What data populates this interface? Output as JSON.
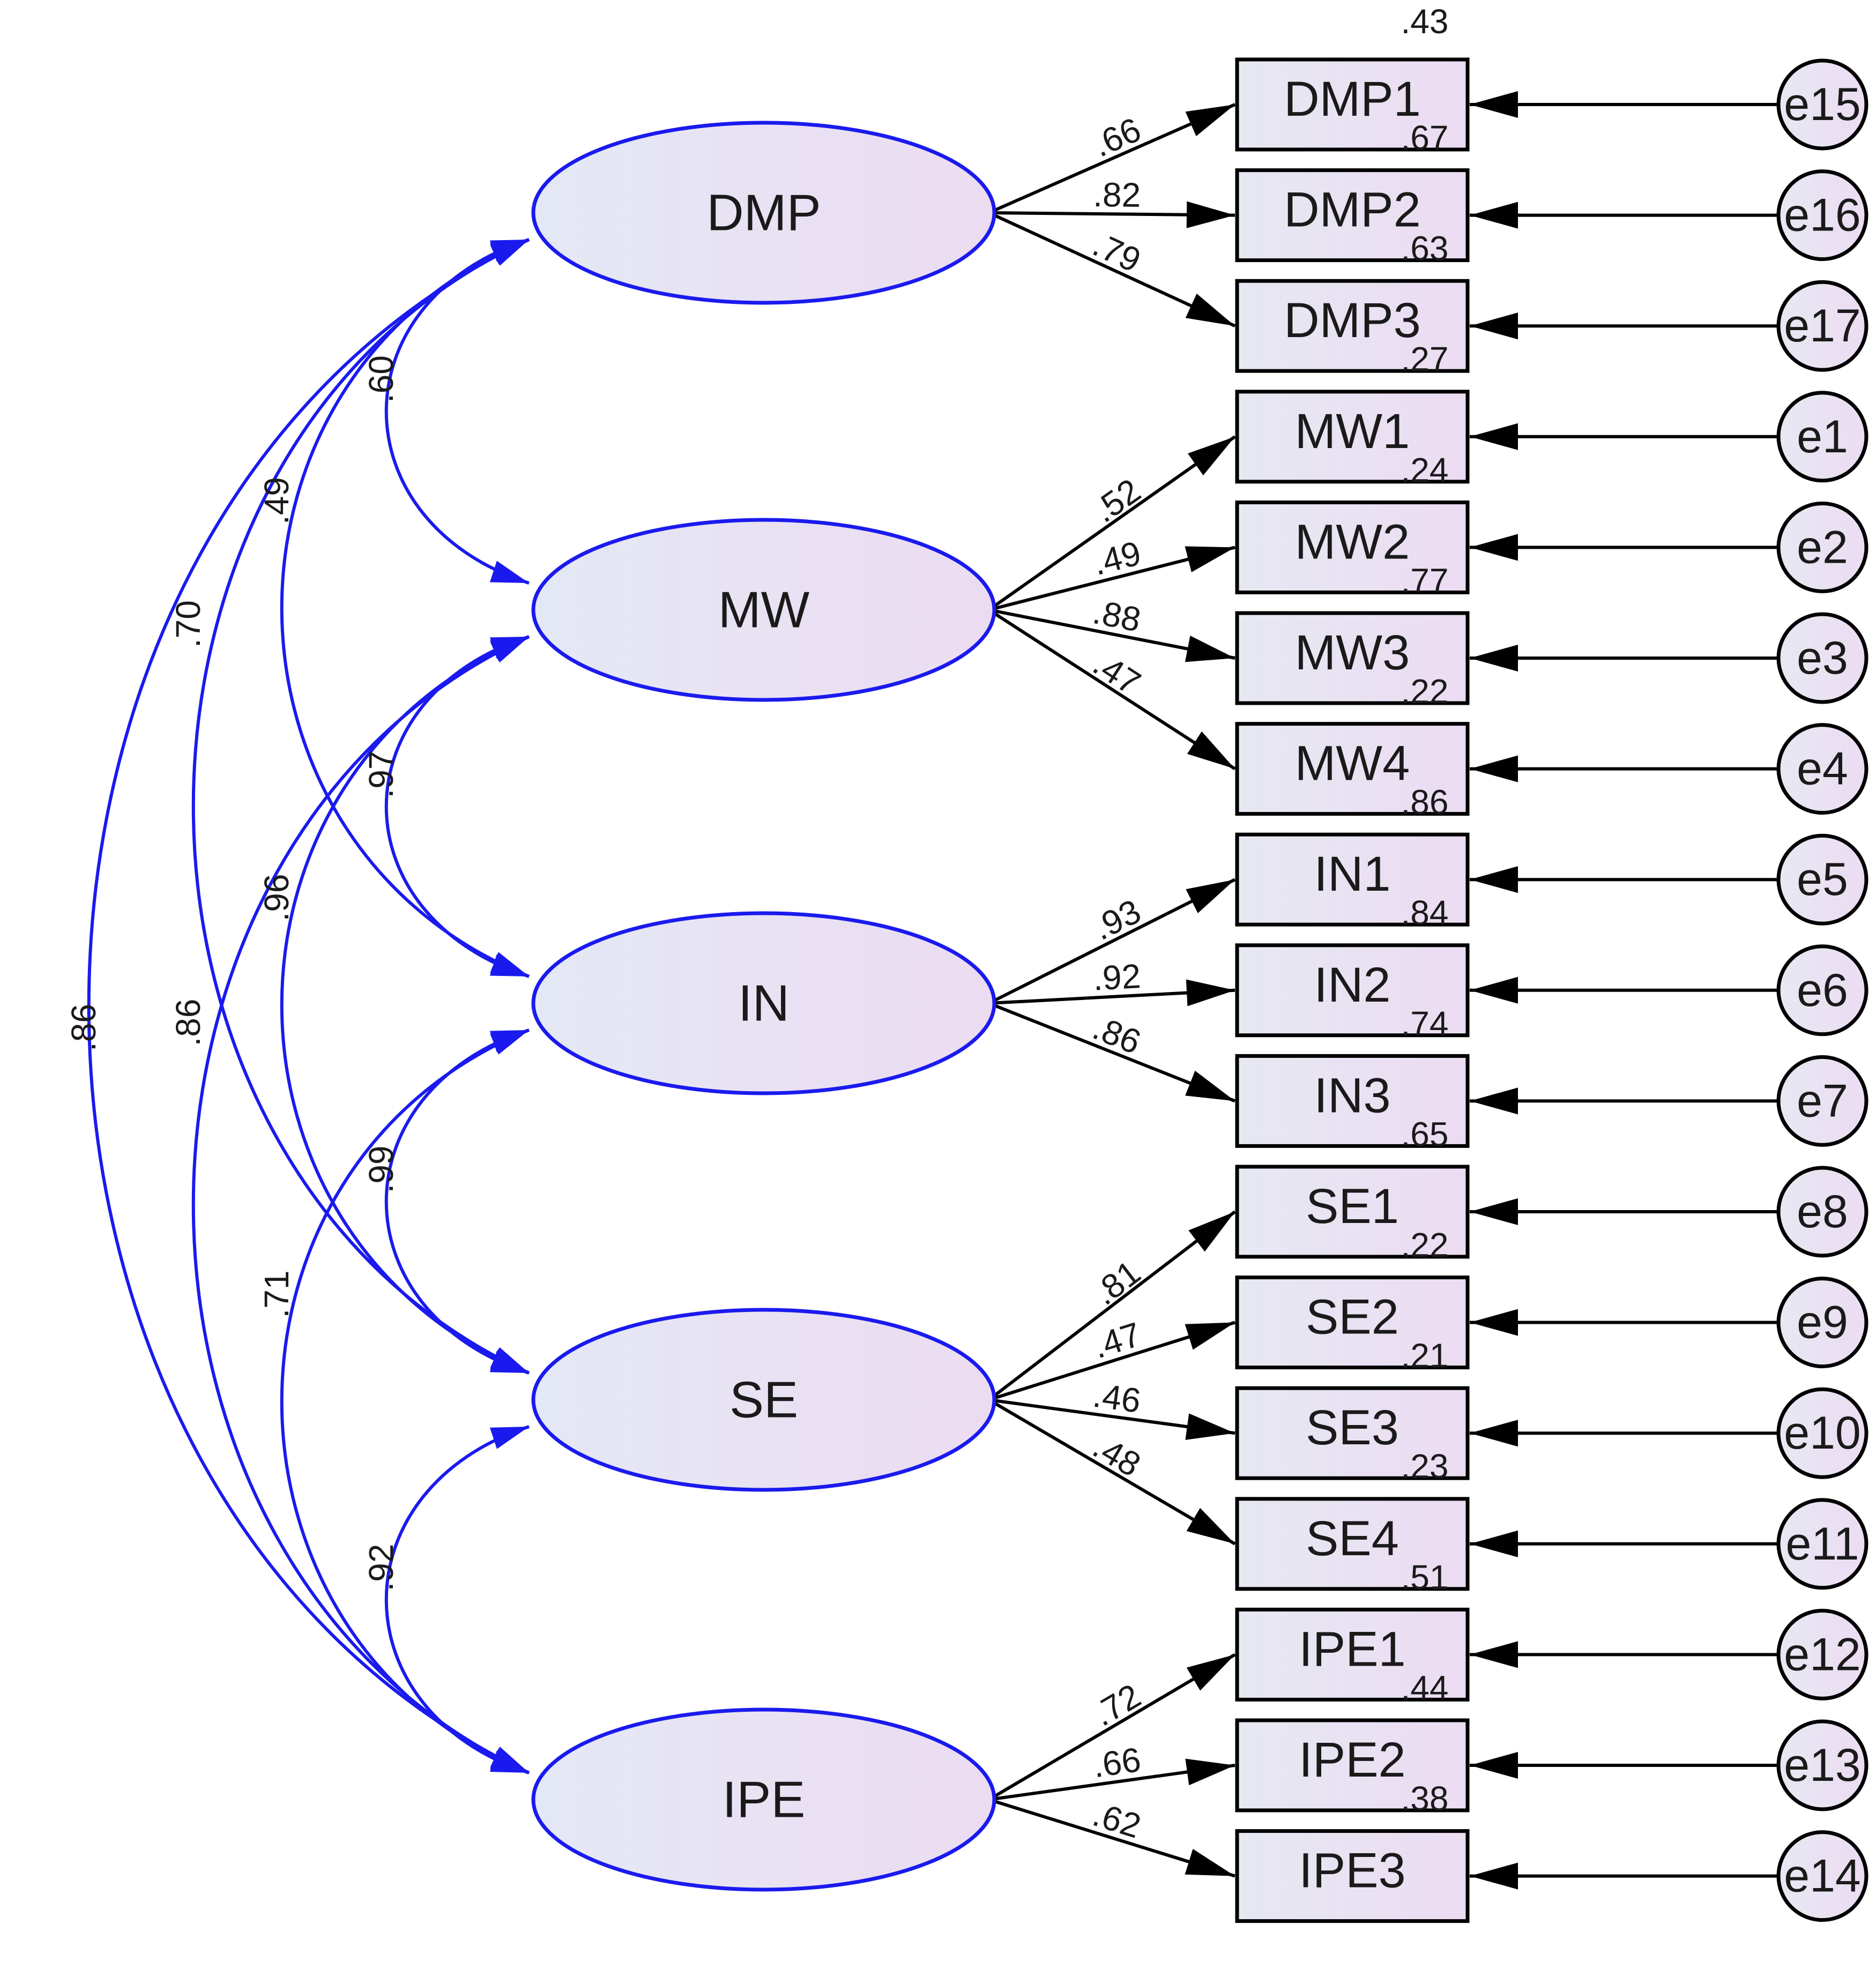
{
  "latents": [
    {
      "id": "DMP",
      "label": "DMP"
    },
    {
      "id": "MW",
      "label": "MW"
    },
    {
      "id": "IN",
      "label": "IN"
    },
    {
      "id": "SE",
      "label": "SE"
    },
    {
      "id": "IPE",
      "label": "IPE"
    }
  ],
  "indicators": [
    {
      "label": "DMP1",
      "latent": "DMP",
      "loading": ".66",
      "r2": ".67",
      "error": "e15"
    },
    {
      "label": "DMP2",
      "latent": "DMP",
      "loading": ".82",
      "r2": ".63",
      "error": "e16"
    },
    {
      "label": "DMP3",
      "latent": "DMP",
      "loading": ".79",
      "r2": ".27",
      "error": "e17"
    },
    {
      "label": "MW1",
      "latent": "MW",
      "loading": ".52",
      "r2": ".24",
      "error": "e1"
    },
    {
      "label": "MW2",
      "latent": "MW",
      "loading": ".49",
      "r2": ".77",
      "error": "e2"
    },
    {
      "label": "MW3",
      "latent": "MW",
      "loading": ".88",
      "r2": ".22",
      "error": "e3"
    },
    {
      "label": "MW4",
      "latent": "MW",
      "loading": ".47",
      "r2": ".86",
      "error": "e4"
    },
    {
      "label": "IN1",
      "latent": "IN",
      "loading": ".93",
      "r2": ".84",
      "error": "e5"
    },
    {
      "label": "IN2",
      "latent": "IN",
      "loading": ".92",
      "r2": ".74",
      "error": "e6"
    },
    {
      "label": "IN3",
      "latent": "IN",
      "loading": ".86",
      "r2": ".65",
      "error": "e7"
    },
    {
      "label": "SE1",
      "latent": "SE",
      "loading": ".81",
      "r2": ".22",
      "error": "e8"
    },
    {
      "label": "SE2",
      "latent": "SE",
      "loading": ".47",
      "r2": ".21",
      "error": "e9"
    },
    {
      "label": "SE3",
      "latent": "SE",
      "loading": ".46",
      "r2": ".23",
      "error": "e10"
    },
    {
      "label": "SE4",
      "latent": "SE",
      "loading": ".48",
      "r2": ".51",
      "error": "e11"
    },
    {
      "label": "IPE1",
      "latent": "IPE",
      "loading": ".72",
      "r2": ".44",
      "error": "e12"
    },
    {
      "label": "IPE2",
      "latent": "IPE",
      "loading": ".66",
      "r2": ".38",
      "error": "e13"
    },
    {
      "label": "IPE3",
      "latent": "IPE",
      "loading": ".62",
      "r2": "",
      "error": "e14"
    }
  ],
  "top_r2": ".43",
  "correlations": [
    {
      "from": "DMP",
      "to": "MW",
      "value": ".60"
    },
    {
      "from": "DMP",
      "to": "IN",
      "value": ".49"
    },
    {
      "from": "DMP",
      "to": "SE",
      "value": ".70"
    },
    {
      "from": "DMP",
      "to": "IPE",
      "value": ".86"
    },
    {
      "from": "MW",
      "to": "IN",
      "value": ".97"
    },
    {
      "from": "MW",
      "to": "SE",
      "value": ".96"
    },
    {
      "from": "MW",
      "to": "IPE",
      "value": ".86"
    },
    {
      "from": "IN",
      "to": "SE",
      "value": ".99"
    },
    {
      "from": "IN",
      "to": "IPE",
      "value": ".71"
    },
    {
      "from": "SE",
      "to": "IPE",
      "value": ".92"
    }
  ],
  "colors": {
    "latent_stroke": "#1a1aee",
    "latent_fill_left": "#e4e8f4",
    "latent_fill_right": "#ecdcf2",
    "box_fill_left": "#e6e8f2",
    "box_fill_right": "#ecdcf2",
    "line": "#000000",
    "correlation": "#1a1aee"
  }
}
